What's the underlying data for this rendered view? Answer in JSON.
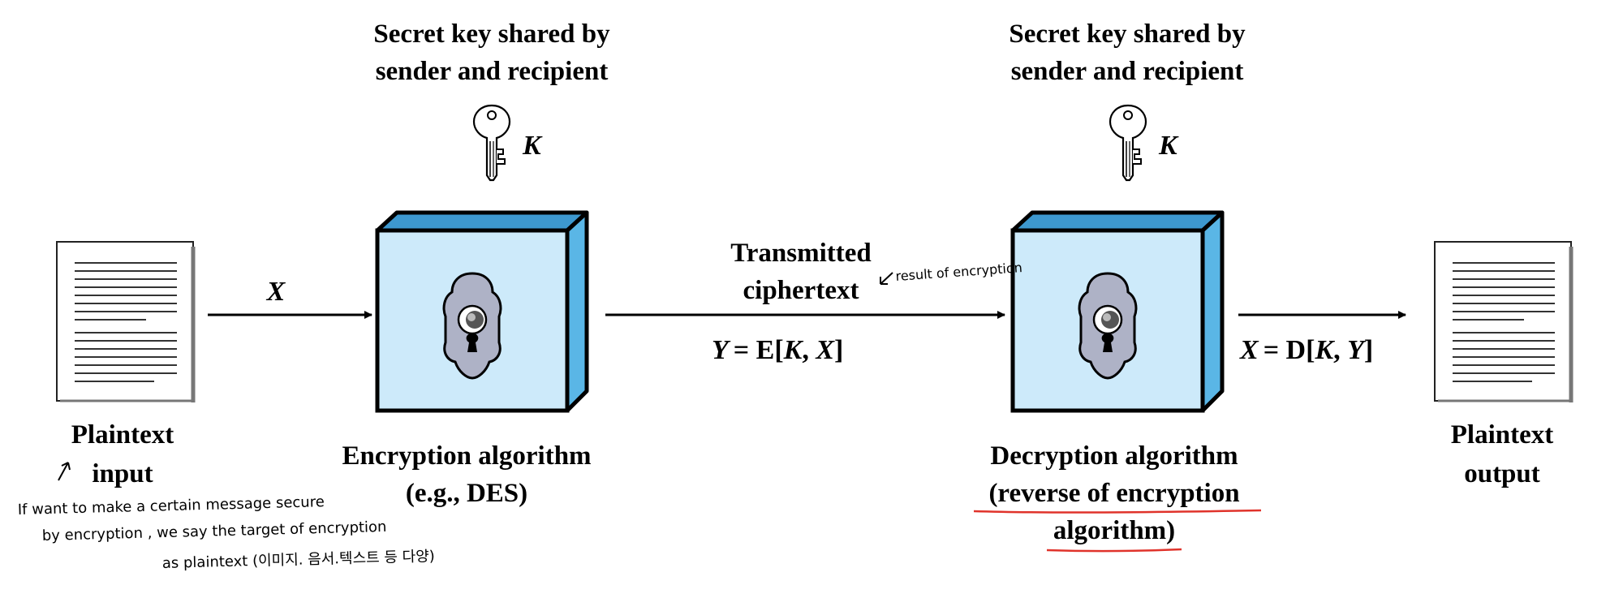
{
  "colors": {
    "box_face": "#cdeafa",
    "box_side": "#5ab6e6",
    "box_top": "#3d98cf",
    "lock_plate": "#aeb2c6",
    "annotation_underline": "#e0332b"
  },
  "left_key": {
    "caption_line1": "Secret key shared by",
    "caption_line2": "sender and recipient",
    "symbol": "K"
  },
  "right_key": {
    "caption_line1": "Secret key shared by",
    "caption_line2": "sender and recipient",
    "symbol": "K"
  },
  "input_doc": {
    "label_line1": "Plaintext",
    "label_line2": "input"
  },
  "output_doc": {
    "label_line1": "Plaintext",
    "label_line2": "output"
  },
  "arrow_x": {
    "symbol": "X"
  },
  "encryption": {
    "label_line1": "Encryption algorithm",
    "label_line2": "(e.g., DES)"
  },
  "decryption": {
    "label_line1": "Decryption algorithm",
    "label_line2": "(reverse of encryption",
    "label_line3": "algorithm)"
  },
  "ciphertext": {
    "label_line1": "Transmitted",
    "label_line2": "ciphertext",
    "eq_var": "Y",
    "eq_op": "= E[",
    "eq_k": "K",
    "eq_sep": ", ",
    "eq_x": "X",
    "eq_end": "]"
  },
  "output_eq": {
    "eq_var": "X",
    "eq_op": "= D[",
    "eq_k": "K",
    "eq_sep": ", ",
    "eq_y": "Y",
    "eq_end": "]"
  },
  "handwritten": {
    "cipher_note": "result of encryption",
    "input_note_line1": "If want to make a certain message secure",
    "input_note_line2": "by encryption , we say the target of encryption",
    "input_note_line3": "as plaintext (이미지. 음서.텍스트 등 다양)"
  }
}
